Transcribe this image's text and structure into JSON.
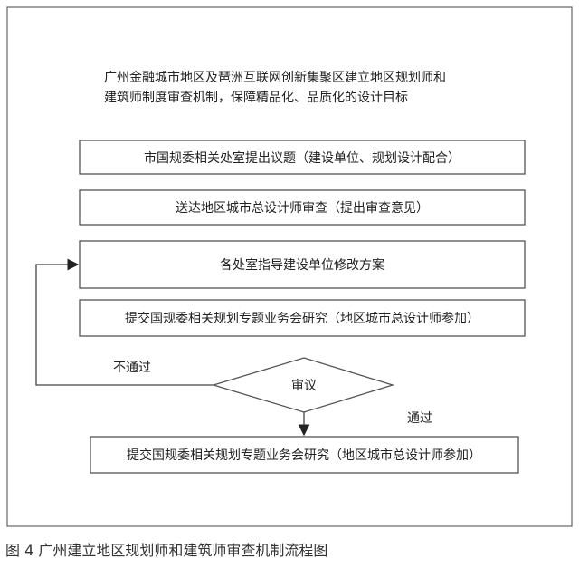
{
  "intro": {
    "line1": "广州金融城市地区及琶洲互联网创新集聚区建立地区规划师和",
    "line2": "建筑师制度审查机制，保障精品化、品质化的设计目标"
  },
  "steps": [
    "市国规委相关处室提出议题（建设单位、规划设计配合）",
    "送达地区城市总设计师审查（提出审查意见）",
    "各处室指导建设单位修改方案",
    "提交国规委相关规划专题业务会研究（地区城市总设计师参加）"
  ],
  "decision": {
    "label": "审议",
    "fail": "不通过",
    "pass": "通过"
  },
  "final_step": "提交国规委相关规划专题业务会研究（地区城市总设计师参加）",
  "caption": "图 4  广州建立地区规划师和建筑师审查机制流程图"
}
